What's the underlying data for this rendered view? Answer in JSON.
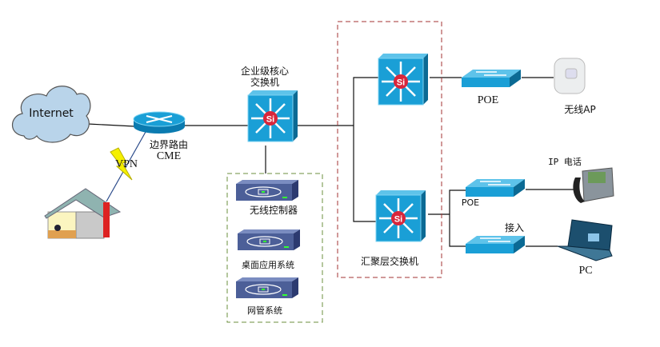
{
  "nodes": {
    "internet": "Internet",
    "router": {
      "line1": "边界路由",
      "line2": "CME"
    },
    "vpn": "VPN",
    "core": {
      "line1": "企业级核心",
      "line2": "交换机"
    },
    "services": [
      "无线控制器",
      "桌面应用系统",
      "网管系统"
    ],
    "distribution": "汇聚层交换机",
    "poe_top": "POE",
    "ap": "无线AP",
    "poe_bottom": "POE",
    "access": "接入",
    "ip_phone": "IP 电话",
    "pc": "PC"
  },
  "colors": {
    "device_blue": "#1a9fd6",
    "si_red": "#d9263b",
    "distribution_box": "#a33333",
    "services_box": "#6b8f3e",
    "vpn_bolt": "#f5f000",
    "service_device": "#4c5f98"
  }
}
